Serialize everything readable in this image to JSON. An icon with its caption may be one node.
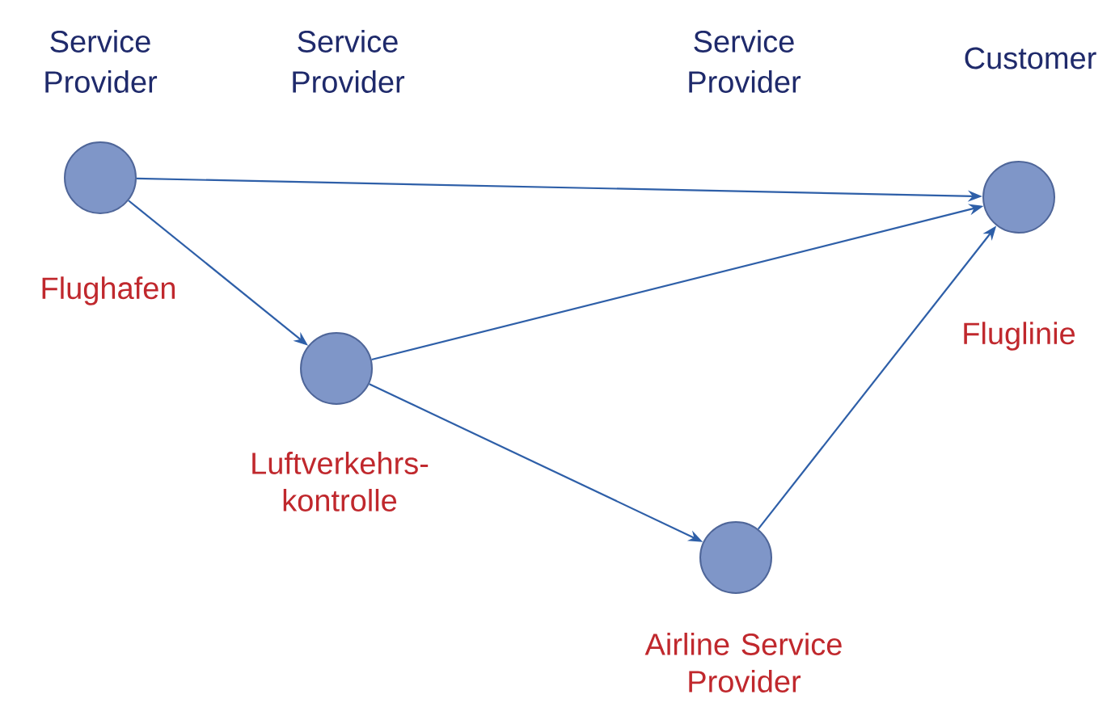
{
  "diagram": {
    "nodes": [
      {
        "text": [],
        "shape": "circle",
        "beside": [
          "Flughafen"
        ]
      },
      {
        "text": [],
        "shape": "circle",
        "beside": [
          "Luftverkehrs-kontrolle"
        ]
      },
      {
        "text": [],
        "shape": "circle",
        "beside": [
          "Airline Service Provider"
        ]
      },
      {
        "text": [],
        "shape": "circle",
        "beside": [
          "Fluglinie"
        ]
      }
    ],
    "edges": [
      {
        "from": 0,
        "to": 3,
        "arrow": "to"
      },
      {
        "from": 0,
        "to": 1,
        "arrow": "to"
      },
      {
        "from": 1,
        "to": 3,
        "arrow": "to"
      },
      {
        "from": 1,
        "to": 2,
        "arrow": "to"
      },
      {
        "from": 2,
        "to": 3,
        "arrow": "to"
      }
    ],
    "labels": [
      "Service Provider",
      "Service Provider",
      "Service Provider",
      "Customer"
    ]
  }
}
